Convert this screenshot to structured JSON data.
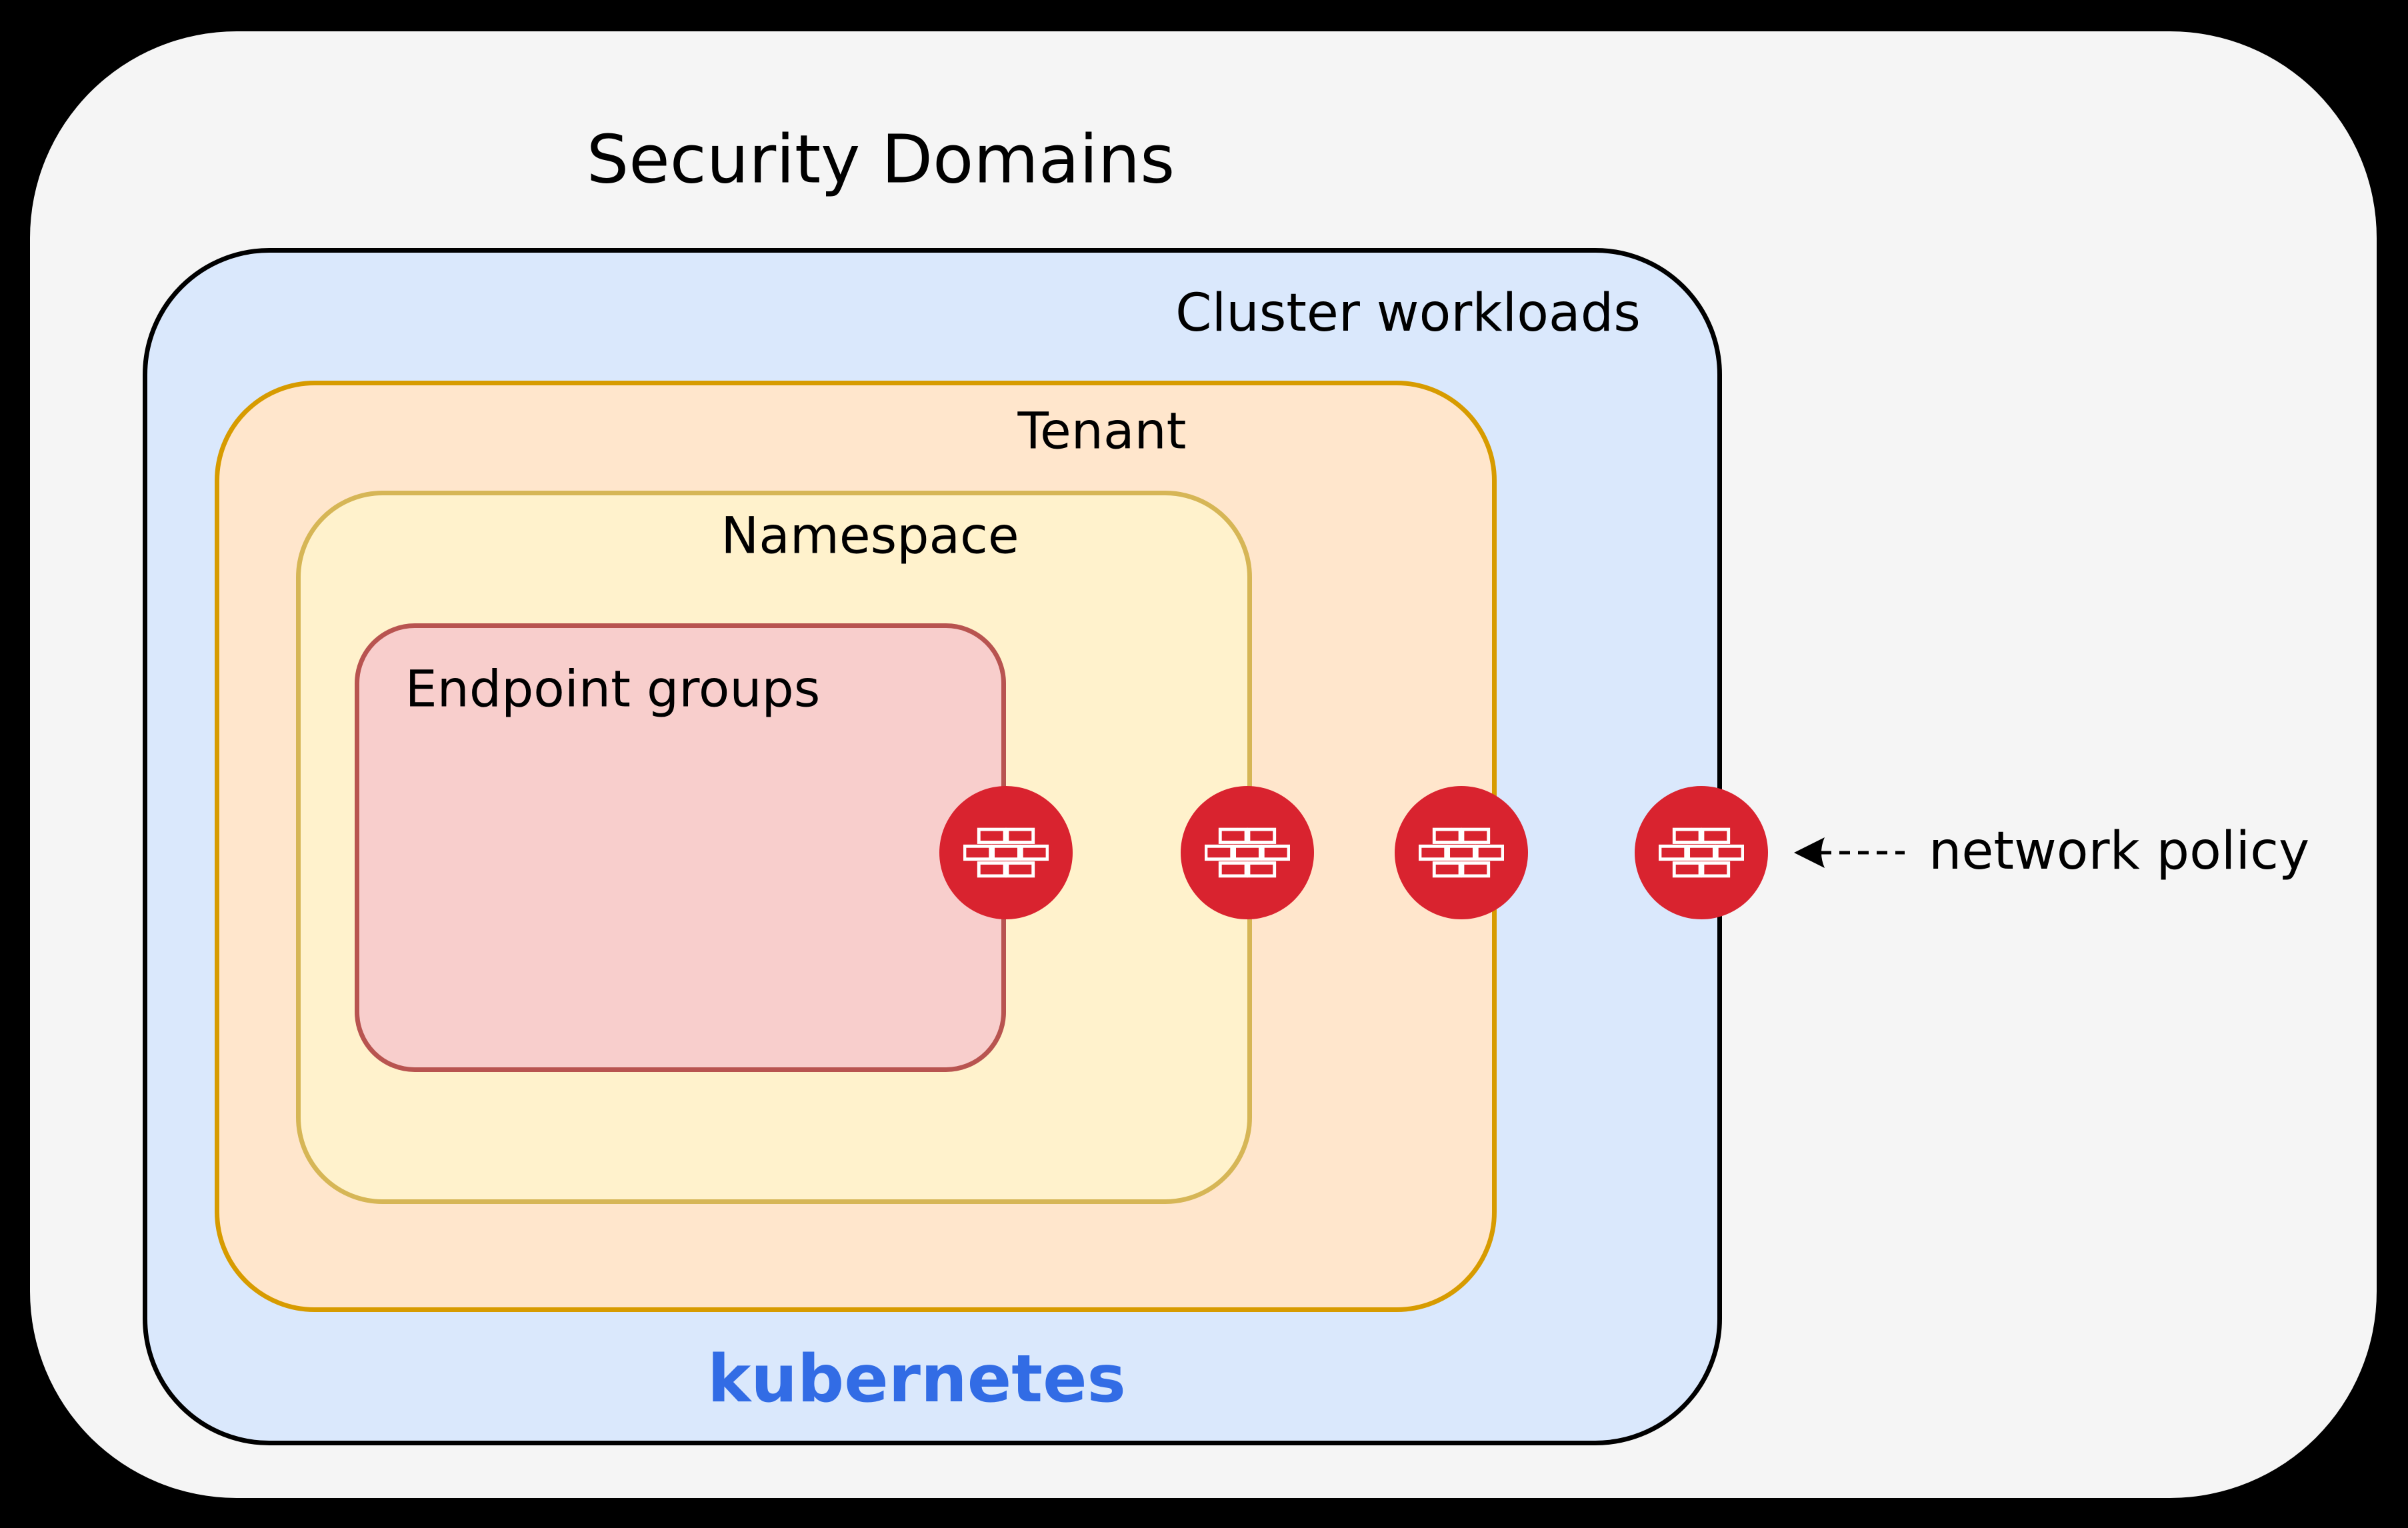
{
  "title": "Security Domains",
  "domains": [
    {
      "label": "Cluster workloads",
      "fill": "#dae8fc",
      "stroke": "#000000"
    },
    {
      "label": "Tenant",
      "fill": "#ffe6cc",
      "stroke": "#d79b00"
    },
    {
      "label": "Namespace",
      "fill": "#fff2cc",
      "stroke": "#d6b656"
    },
    {
      "label": "Endpoint groups",
      "fill": "#f8cecc",
      "stroke": "#b85450"
    }
  ],
  "platform": {
    "label": "kubernetes",
    "color": "#326ce5"
  },
  "annotation": {
    "label": "network policy",
    "arrow_style": "dashed-left-arrow"
  },
  "firewalls": {
    "icon": "firewall-brick-icon",
    "color": "#d9232f",
    "count": 4
  },
  "background": {
    "page": "#000000",
    "panel": "#f5f5f5"
  }
}
